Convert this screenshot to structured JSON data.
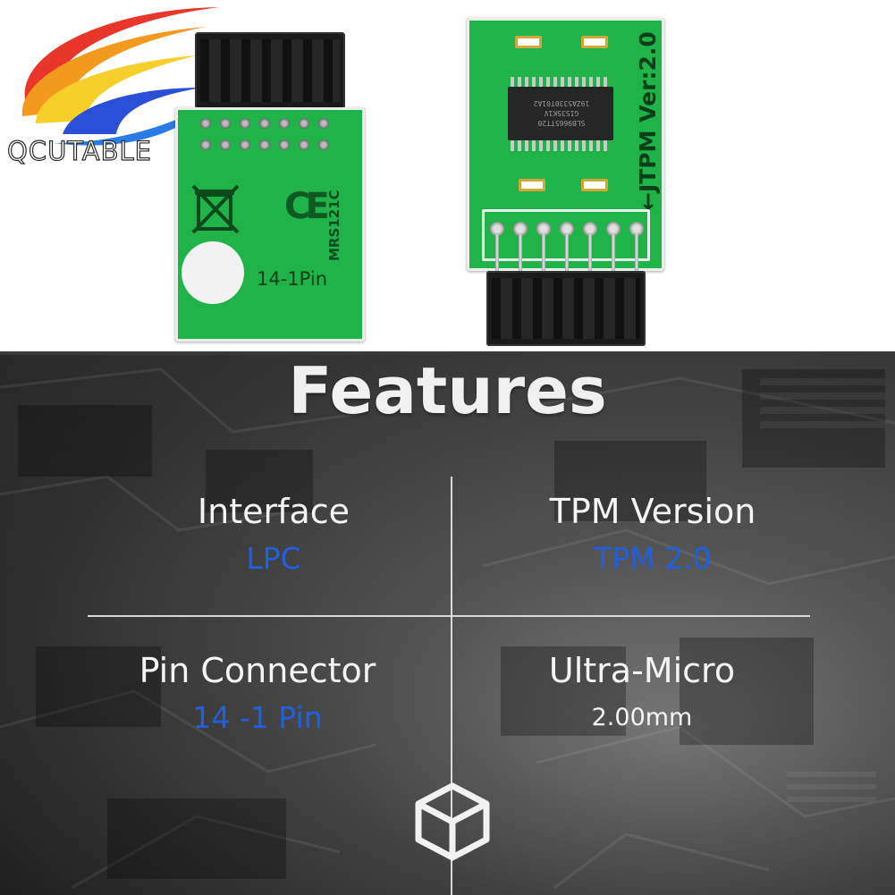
{
  "brand": {
    "logo_text": "QCUTABLE"
  },
  "product_photo": {
    "left_board": {
      "ce_mark": "CE",
      "model_text": "MRS121C",
      "pin_text": "14-1Pin"
    },
    "right_board": {
      "silkscreen_text": "←JTPM Ver:2.0",
      "chip_text_line1": "SLB9665TT20",
      "chip_text_line2": "GIS35K1V",
      "chip_text_line3": "19ZA5330T01A2"
    }
  },
  "features": {
    "title": "Features",
    "items": [
      {
        "label": "Interface",
        "value": "LPC",
        "value_color": "#1f5fe0"
      },
      {
        "label": "TPM Version",
        "value": "TPM 2.0",
        "value_color": "#1f5fe0"
      },
      {
        "label": "Pin Connector",
        "value": "14 -1 Pin",
        "value_color": "#1f5fe0"
      },
      {
        "label": "Ultra-Micro",
        "value": "2.00mm",
        "value_color": "#f4f4f4"
      }
    ],
    "icon": "cube-icon"
  },
  "colors": {
    "pcb_green": "#1fb34a",
    "accent_blue": "#1f5fe0",
    "panel_dark": "#2b2b2b"
  }
}
